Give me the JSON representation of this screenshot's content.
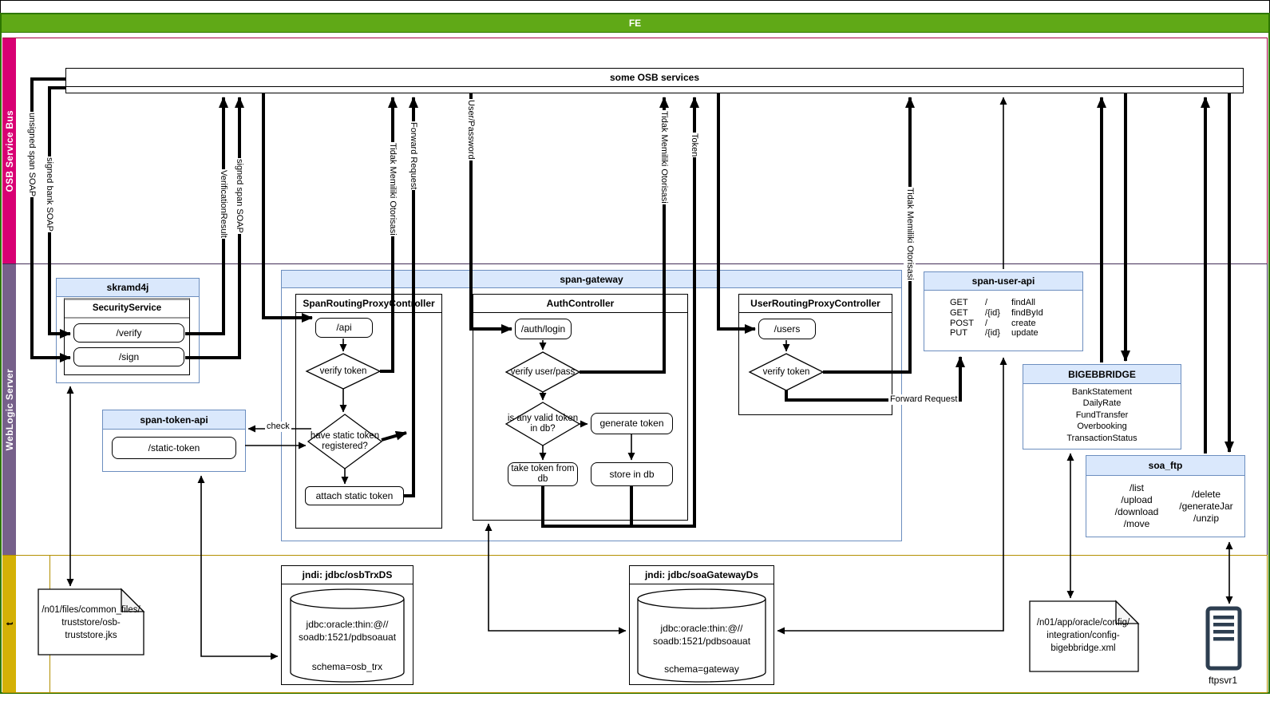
{
  "frame": {
    "fe": "FE"
  },
  "bands": {
    "osb": "OSB Service Bus",
    "weblogic": "WebLogic Server",
    "storage": "t"
  },
  "osb_services_title": "some OSB services",
  "labels": {
    "unsigned_span_soap": "unsigned span SOAP",
    "signed_bank_soap": "signed bank SOAP",
    "verification_result": "VerificationResult",
    "signed_span_soap": "signed span SOAP",
    "tidak_memiliki_otorisasi_1": "Tidak Memiliki Otorisasi",
    "forward_request_1": "Forward Request",
    "user_password": "User/Password",
    "tidak_memiliki_otorisasi_2": "Tidak Memiliki Otorisasi",
    "token": "Token",
    "tidak_memiliki_otorisasi_3": "Tidak Memiliki Otorisasi",
    "forward_request_2": "Forward Request",
    "check": "check"
  },
  "skramd4j": {
    "title": "skramd4j",
    "service": "SecurityService",
    "verify": "/verify",
    "sign": "/sign"
  },
  "span_token_api": {
    "title": "span-token-api",
    "static_token": "/static-token"
  },
  "span_gateway": {
    "title": "span-gateway"
  },
  "span_routing": {
    "title": "SpanRoutingProxyController",
    "api": "/api",
    "verify_token": "verify token",
    "have_static": "have static token registered?",
    "attach": "attach static token"
  },
  "auth_controller": {
    "title": "AuthController",
    "login": "/auth/login",
    "verify_user": "verify user/pass",
    "any_valid": "is any valid token in db?",
    "generate": "generate token",
    "take": "take token from db",
    "store": "store in db"
  },
  "user_routing": {
    "title": "UserRoutingProxyController",
    "users": "/users",
    "verify_token": "verify token"
  },
  "span_user_api": {
    "title": "span-user-api",
    "routes": [
      {
        "method": "GET",
        "path": "/",
        "name": "findAll"
      },
      {
        "method": "GET",
        "path": "/{id}",
        "name": "findById"
      },
      {
        "method": "POST",
        "path": "/",
        "name": "create"
      },
      {
        "method": "PUT",
        "path": "/{id}",
        "name": "update"
      }
    ]
  },
  "bigebbridge": {
    "title": "BIGEBBRIDGE",
    "services": [
      "BankStatement",
      "DailyRate",
      "FundTransfer",
      "Overbooking",
      "TransactionStatus"
    ]
  },
  "soa_ftp": {
    "title": "soa_ftp",
    "col1": [
      "/list",
      "/upload",
      "/download",
      "/move"
    ],
    "col2": [
      "/delete",
      "/generateJar",
      "/unzip"
    ]
  },
  "osb_trx_ds": {
    "title": "jndi: jdbc/osbTrxDS",
    "url1": "jdbc:oracle:thin:@//",
    "url2": "soadb:1521/pdbsoauat",
    "schema": "schema=osb_trx"
  },
  "soa_gateway_ds": {
    "title": "jndi: jdbc/soaGatewayDs",
    "url1": "jdbc:oracle:thin:@//",
    "url2": "soadb:1521/pdbsoauat",
    "schema": "schema=gateway"
  },
  "truststore_doc": {
    "line1": "/n01/files/common_files/",
    "line2": "truststore/osb-",
    "line3": "truststore.jks"
  },
  "config_doc": {
    "line1": "/n01/app/oracle/config/",
    "line2": "integration/config-",
    "line3": "bigebbridge.xml"
  },
  "ftpsvr1_label": "ftpsvr1",
  "colors": {
    "green": "#60a917",
    "green_border": "#2d7600",
    "pink": "#d80073",
    "pink_border": "#a50040",
    "purple": "#76608a",
    "purple_border": "#432d57",
    "gold": "#d4b106",
    "gold_border": "#b38f00",
    "blue_fill": "#dae8fc",
    "blue_border": "#6c8ebf"
  }
}
